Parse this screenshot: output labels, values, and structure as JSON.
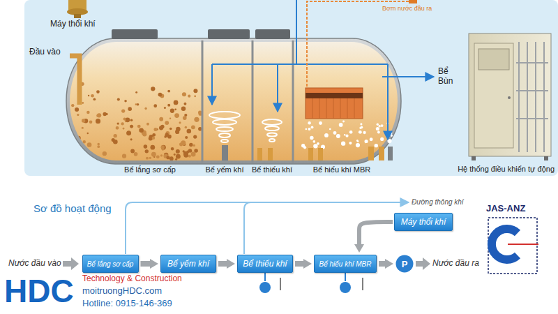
{
  "diagram": {
    "nodes": [
      {
        "text": [
          "Máy thổi khí"
        ]
      },
      {
        "text": [
          "Bể lắng sơ cấp"
        ]
      },
      {
        "text": [
          "Bể yếm khí"
        ]
      },
      {
        "text": [
          "Bể thiếu khí"
        ]
      },
      {
        "text": [
          "Bể hiếu khí MBR"
        ]
      },
      {
        "text": [
          "P"
        ]
      }
    ],
    "edges": [
      {
        "from": 1,
        "to": 2,
        "arrow": "to"
      },
      {
        "from": 2,
        "to": 3,
        "arrow": "to"
      },
      {
        "from": 3,
        "to": 4,
        "arrow": "to"
      },
      {
        "from": 4,
        "to": 5,
        "arrow": "to"
      },
      {
        "from": 0,
        "to": 4,
        "arrow": "to"
      }
    ],
    "labels": [
      "Máy thổi khí",
      "Bơm nước đầu ra",
      "Đầu vào",
      "Bể Bùn",
      "Bể lắng sơ cấp",
      "Bể yếm khí",
      "Bể thiếu khí",
      "Bể hiếu khí MBR",
      "Hệ thống điều khiển tự động",
      "Đường thông khí",
      "Sơ đồ hoạt động",
      "JAS-ANZ",
      "Nước đầu vào",
      "Nước đầu ra",
      "HDC",
      "Technology & Construction",
      "moitruongHDC.com",
      "Hotline: 0915-146-369"
    ]
  }
}
